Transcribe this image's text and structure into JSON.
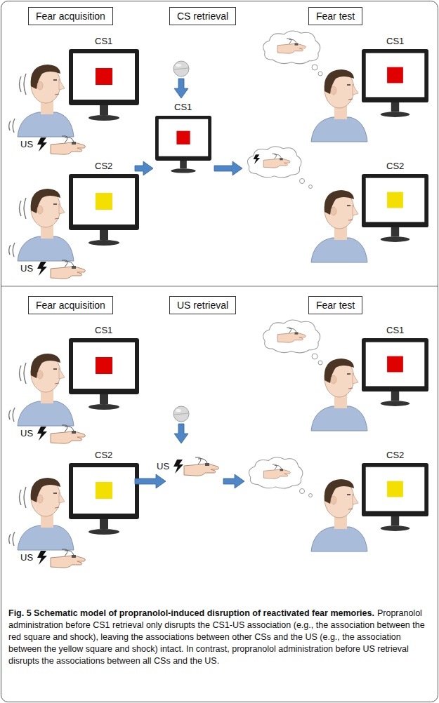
{
  "diagram": {
    "title": "Fig. 5 Schematic model of propranolol-induced disruption of reactivated fear memories.",
    "caption": "Propranolol administration before CS1 retrieval only disrupts the CS1-US association (e.g., the association between the red square and shock), leaving the associations between other CSs and the US (e.g., the association between the yellow square and shock) intact. In contrast, propranolol administration before US retrieval disrupts the associations between all CSs and the US.",
    "nodes": [
      {
        "text": [
          "Fear acquisition"
        ]
      },
      {
        "text": [
          "CS retrieval"
        ]
      },
      {
        "text": [
          "Fear test"
        ]
      },
      {
        "text": [
          "Fear acquisition"
        ]
      },
      {
        "text": [
          "US retrieval"
        ]
      },
      {
        "text": [
          "Fear test"
        ]
      }
    ],
    "labels": [
      "CS1",
      "US",
      "CS2",
      "US",
      "CS1",
      "CS1",
      "CS2",
      "CS1",
      "US",
      "CS2",
      "US",
      "US",
      "CS1",
      "CS2"
    ]
  }
}
